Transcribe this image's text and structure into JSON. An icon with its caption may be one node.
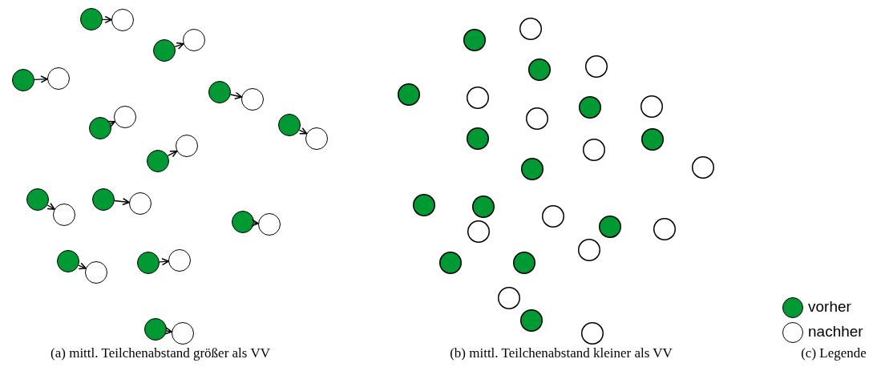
{
  "diagram": {
    "nodes": [
      {
        "text": [],
        "shape": "circle"
      },
      {
        "text": [],
        "shape": "circle"
      },
      {
        "text": [],
        "shape": "circle"
      },
      {
        "text": [],
        "shape": "circle"
      },
      {
        "text": [],
        "shape": "circle"
      },
      {
        "text": [],
        "shape": "circle"
      },
      {
        "text": [],
        "shape": "circle"
      },
      {
        "text": [],
        "shape": "circle"
      },
      {
        "text": [],
        "shape": "circle"
      },
      {
        "text": [],
        "shape": "circle"
      },
      {
        "text": [],
        "shape": "circle"
      },
      {
        "text": [],
        "shape": "circle"
      },
      {
        "text": [],
        "shape": "circle"
      },
      {
        "text": [],
        "shape": "circle"
      },
      {
        "text": [],
        "shape": "circle"
      },
      {
        "text": [],
        "shape": "circle"
      },
      {
        "text": [],
        "shape": "circle"
      },
      {
        "text": [],
        "shape": "circle"
      },
      {
        "text": [],
        "shape": "circle"
      },
      {
        "text": [],
        "shape": "circle"
      },
      {
        "text": [],
        "shape": "circle"
      },
      {
        "text": [],
        "shape": "circle"
      },
      {
        "text": [],
        "shape": "circle"
      },
      {
        "text": [],
        "shape": "circle"
      },
      {
        "text": [],
        "shape": "circle"
      },
      {
        "text": [],
        "shape": "circle"
      }
    ],
    "edges": [
      {
        "from": 0,
        "to": 1,
        "arrow": "to"
      },
      {
        "from": 2,
        "to": 3,
        "arrow": "to"
      },
      {
        "from": 4,
        "to": 5,
        "arrow": "to"
      },
      {
        "from": 6,
        "to": 7,
        "arrow": "to"
      },
      {
        "from": 8,
        "to": 9,
        "arrow": "to"
      },
      {
        "from": 10,
        "to": 11,
        "arrow": "to"
      },
      {
        "from": 12,
        "to": 13,
        "arrow": "to"
      },
      {
        "from": 14,
        "to": 15,
        "arrow": "to"
      },
      {
        "from": 16,
        "to": 17,
        "arrow": "to"
      },
      {
        "from": 18,
        "to": 19,
        "arrow": "to"
      },
      {
        "from": 20,
        "to": 21,
        "arrow": "to"
      },
      {
        "from": 22,
        "to": 23,
        "arrow": "to"
      },
      {
        "from": 24,
        "to": 25,
        "arrow": "to"
      }
    ],
    "labels": [
      "(a) mittl. Teilchenabstand größer als VV",
      "(b) mittl. Teilchenabstand kleiner als VV",
      "(c) Legende"
    ],
    "legend": [
      {
        "text": "vorher",
        "color": "#009933"
      },
      {
        "text": "nachher",
        "color": "#ffffff"
      }
    ]
  }
}
